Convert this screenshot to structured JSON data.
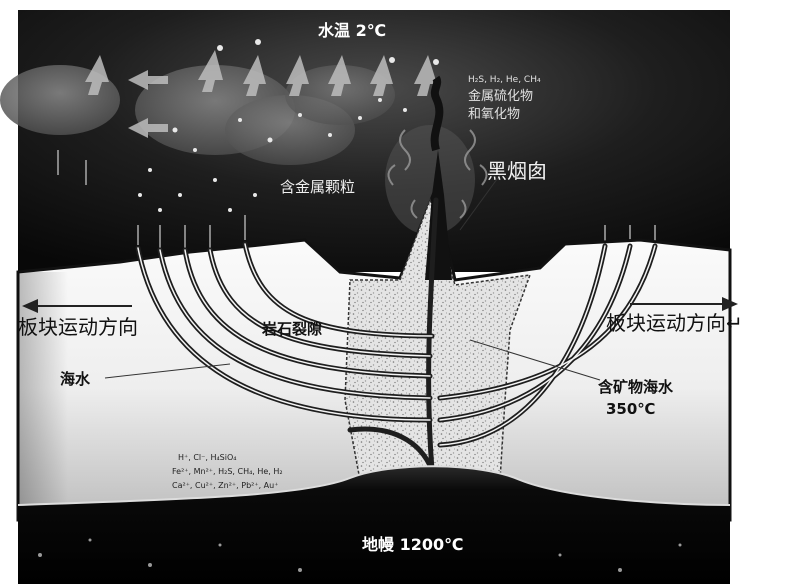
{
  "labels": {
    "water_temp": "水温 2℃",
    "gases": "H₂S, H₂, He, CH₄",
    "sulfide": "金属硫化物",
    "oxide": "和氧化物",
    "particles": "含金属颗粒",
    "chimney": "黑烟囱",
    "plate_left": "板块运动方向",
    "plate_right": "板块运动方向↵",
    "rock_fracture": "岩石裂隙",
    "seawater": "海水",
    "mineral_water": "含矿物海水",
    "mineral_temp": "350℃",
    "ions_line1": "H⁺, Cl⁻, H₄SiO₄",
    "ions_line2": "Fe²⁺, Mn²⁺, H₂S, CH₄, He, H₂",
    "ions_line3": "Ca²⁺, Cu²⁺, Zn²⁺, Pb²⁺, Au⁺",
    "mantle": "地幔 1200℃"
  },
  "colors": {
    "ocean_dark": "#141414",
    "ocean_mid": "#3a3a3a",
    "crust": "#f2f2f2",
    "flow_line": "#2a2a2a",
    "mantle": "#0c0c0c"
  }
}
